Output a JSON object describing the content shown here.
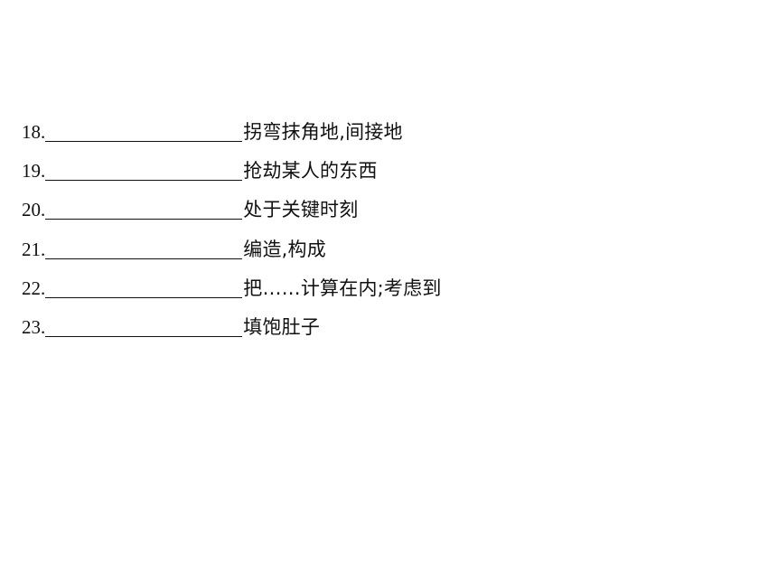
{
  "items": [
    {
      "number": "18.",
      "meaning": "拐弯抹角地,间接地"
    },
    {
      "number": "19.",
      "meaning": "抢劫某人的东西"
    },
    {
      "number": "20.",
      "meaning": "处于关键时刻"
    },
    {
      "number": "21.",
      "meaning": "编造,构成"
    },
    {
      "number": "22.",
      "meaning": "把……计算在内;考虑到"
    },
    {
      "number": "23.",
      "meaning": "填饱肚子"
    }
  ]
}
